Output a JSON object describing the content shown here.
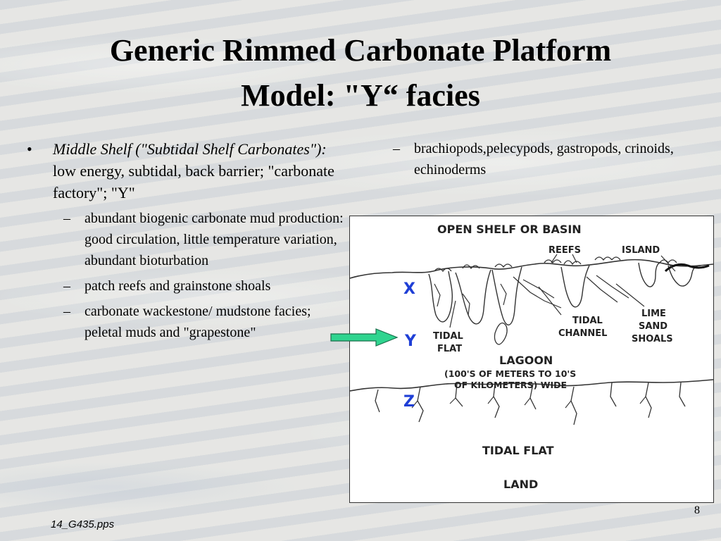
{
  "title": {
    "line1": "Generic Rimmed Carbonate Platform",
    "line2": "Model: \"Y“ facies"
  },
  "left": {
    "bullet_marker": "•",
    "bullet_italic": "Middle Shelf (\"Subtidal Shelf Carbonates\"):",
    "bullet_text": " low energy, subtidal, back barrier; \"carbonate factory\"; \"Y\"",
    "dash": "–",
    "subs": [
      "abundant biogenic carbonate mud production: good circulation, little temperature variation, abundant bioturbation",
      "patch reefs and grainstone shoals",
      "carbonate wackestone/ mudstone facies; peletal muds and \"grapestone\""
    ]
  },
  "right": {
    "dash": "–",
    "sub": "brachiopods,pelecypods, gastropods, crinoids, echinoderms"
  },
  "figure": {
    "open_shelf": "OPEN SHELF OR BASIN",
    "reefs": "REEFS",
    "island": "ISLAND",
    "letter_x": "X",
    "letter_y": "Y",
    "letter_z": "Z",
    "tidal_flat_1a": "TIDAL",
    "tidal_flat_1b": "FLAT",
    "tidal_channel_a": "TIDAL",
    "tidal_channel_b": "CHANNEL",
    "lime_a": "LIME",
    "lime_b": "SAND",
    "lime_c": "SHOALS",
    "lagoon": "LAGOON",
    "lagoon_sub1": "(100'S OF METERS TO 10'S",
    "lagoon_sub2": "OF KILOMETERS) WIDE",
    "tidal_flat_2": "TIDAL FLAT",
    "land": "LAND"
  },
  "colors": {
    "pointer_fill": "#2fd48f",
    "letter_color": "#1f3fd6"
  },
  "footer": {
    "page_number": "8",
    "file_name": "14_G435.pps"
  }
}
